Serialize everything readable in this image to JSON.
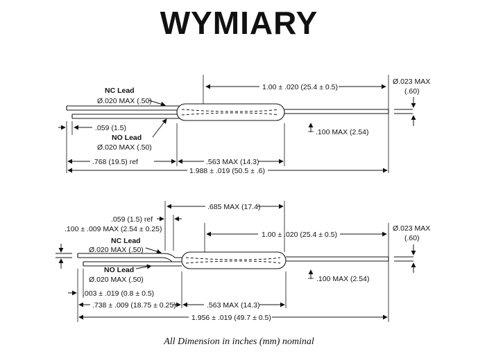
{
  "title": "WYMIARY",
  "footer": "All Dimension in inches (mm) nominal",
  "top": {
    "nc_lead": "NC Lead",
    "nc_dia": "Ø.020 MAX (.50)",
    "no_lead": "NO Lead",
    "no_dia": "Ø.020 MAX (.50)",
    "offset": ".059 (1.5)",
    "spacing": ".100 MAX (2.54)",
    "capsule_len": ".563 MAX (14.3)",
    "lead_left": ".768 (19.5) ref",
    "total": "1.988 ± .019 (50.5 ± .6)",
    "lead_right": "1.00 ± .020 (25.4 ± 0.5)",
    "dia_line1": "Ø.023 MAX",
    "dia_line2": "(.60)"
  },
  "bottom": {
    "bend_offset": ".059 (1.5) ref",
    "cap_pos": ".685 MAX (17.4)",
    "lead_right": "1.00 ± .020 (25.4 ± 0.5)",
    "left_spacing": ".100 ± .009 MAX (2.54 ± 0.25)",
    "nc_lead": "NC Lead",
    "nc_dia": "Ø.020 MAX (.50)",
    "no_lead": "NO Lead",
    "no_dia": "Ø.020 MAX (.50)",
    "spacing": ".100 MAX (2.54)",
    "gap": ".003 ± .019 (0.8 ± 0.5)",
    "lead_left": ".738 ± .009 (18.75 ± 0.25)",
    "capsule_len": ".563 MAX (14.3)",
    "total": "1.956 ± .019 (49.7 ± 0.5)",
    "dia_line1": "Ø.023 MAX",
    "dia_line2": "(.60)"
  }
}
